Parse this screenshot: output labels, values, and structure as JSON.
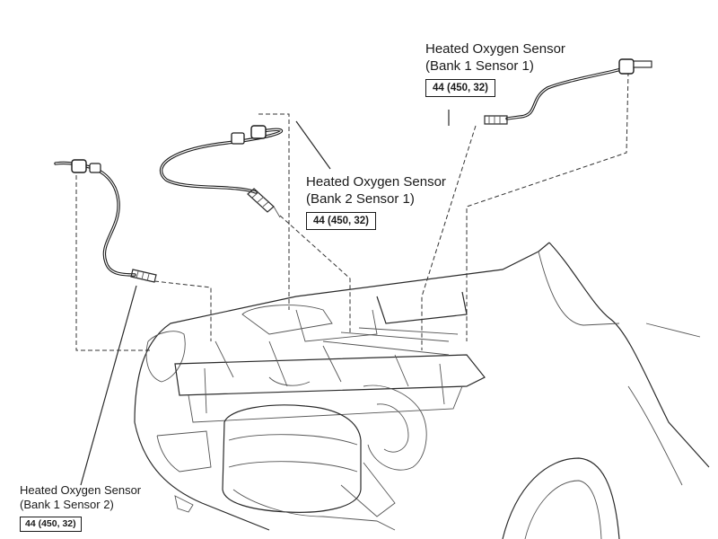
{
  "diagram": {
    "callouts": [
      {
        "id": "bank1-sensor1",
        "name_line1": "Heated Oxygen Sensor",
        "name_line2": "(Bank 1 Sensor 1)",
        "torque": "44 (450, 32)"
      },
      {
        "id": "bank2-sensor1",
        "name_line1": "Heated Oxygen Sensor",
        "name_line2": "(Bank 2 Sensor 1)",
        "torque": "44 (450, 32)"
      },
      {
        "id": "bank1-sensor2",
        "name_line1": "Heated Oxygen Sensor",
        "name_line2": "(Bank 1 Sensor 2)",
        "torque": "44 (450, 32)"
      }
    ]
  }
}
